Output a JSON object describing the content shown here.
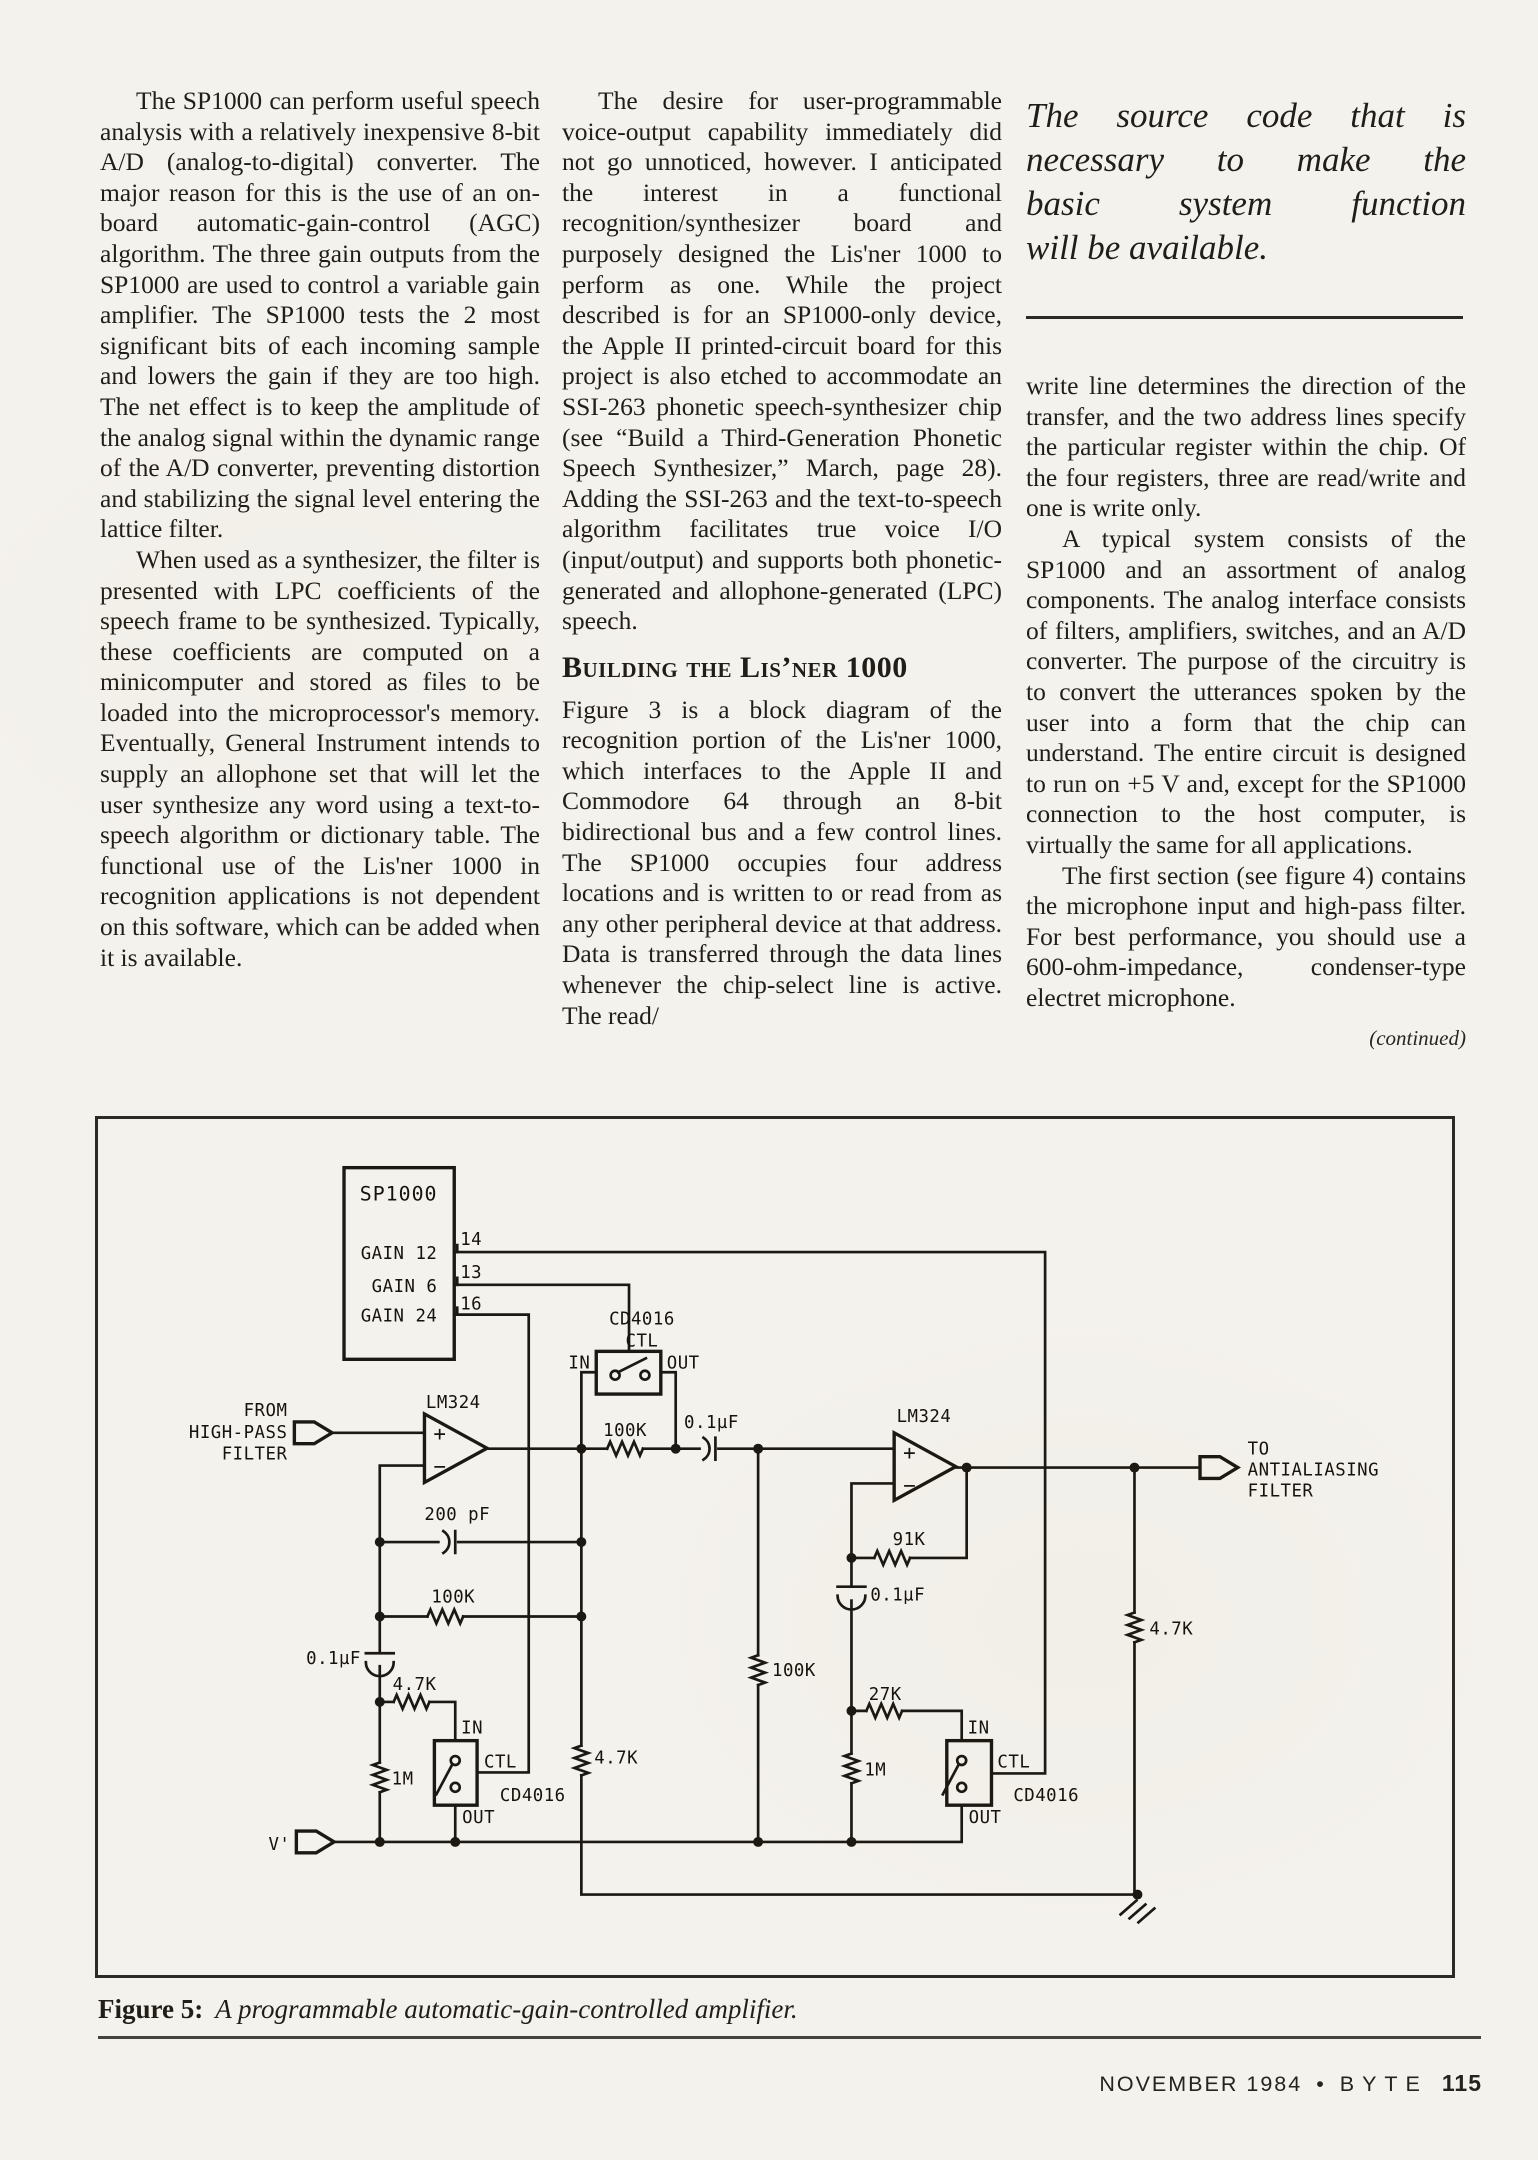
{
  "columns": {
    "col1": {
      "p0": "The SP1000 can perform useful speech analysis with a relatively inexpensive 8-bit A/D (analog-to-digital) converter. The major reason for this is the use of an on-board automatic-gain-control (AGC) algorithm. The three gain outputs from the SP1000 are used to control a variable gain amplifier. The SP1000 tests the 2 most significant bits of each incoming sample and lowers the gain if they are too high. The net effect is to keep the amplitude of the analog signal within the dynamic range of the A/D converter, preventing distortion and stabilizing the signal level entering the lattice filter.",
      "p1": "When used as a synthesizer, the filter is presented with LPC coefficients of the speech frame to be synthesized. Typically, these coefficients are computed on a minicomputer and stored as files to be loaded into the microprocessor's memory. Eventually, General Instrument intends to supply an allophone set that will let the user synthesize any word using a text-to-speech algorithm or dictionary table. The functional use of the Lis'ner 1000 in recognition applications is not dependent on this software, which can be added when it is available."
    },
    "col2": {
      "p0": "The desire for user-programmable voice-output capability immediately did not go unnoticed, however. I anticipated the interest in a functional recognition/synthesizer board and purposely designed the Lis'ner 1000 to perform as one. While the project described is for an SP1000-only device, the Apple II printed-circuit board for this project is also etched to accommodate an SSI-263 phonetic speech-synthesizer chip (see “Build a Third-Generation Phonetic Speech Synthesizer,” March, page 28). Adding the SSI-263 and the text-to-speech algorithm facilitates true voice I/O (input/output) and supports both phonetic-generated and allophone-generated (LPC) speech.",
      "heading": "Building the Lis’ner 1000",
      "p1": "Figure 3 is a block diagram of the recognition portion of the Lis'ner 1000, which interfaces to the Apple II and Commodore 64 through an 8-bit bidirectional bus and a few control lines. The SP1000 occupies four address locations and is written to or read from as any other peripheral device at that address. Data is transferred through the data lines whenever the chip-select line is active. The read/"
    },
    "col3": {
      "pullquote": [
        "The source code that is",
        "necessary to make the",
        "basic system function",
        "will be available."
      ],
      "p0": "write line determines the direction of the transfer, and the two address lines specify the particular register within the chip. Of the four registers, three are read/write and one is write only.",
      "p1": "A typical system consists of the SP1000 and an assortment of analog components. The analog interface consists of filters, amplifiers, switches, and an A/D converter. The purpose of the circuitry is to convert the utterances spoken by the user into a form that the chip can understand. The entire circuit is designed to run on +5 V and, except for the SP1000 connection to the host computer, is virtually the same for all applications.",
      "p2": "The first section (see figure 4) contains the microphone input and high-pass filter. For best performance, you should use a 600-ohm-impedance, condenser-type electret microphone.",
      "continued": "(continued)"
    }
  },
  "caption": {
    "label": "Figure 5:",
    "text": "A programmable automatic-gain-controlled amplifier."
  },
  "footer": {
    "issue": "NOVEMBER 1984",
    "bullet": "•",
    "brand": "BYTE",
    "page": "115"
  },
  "diagram": {
    "chip": {
      "title": "SP1000",
      "gain_labels": [
        "GAIN 12",
        "GAIN 6",
        "GAIN 24"
      ],
      "pin_numbers": [
        "14",
        "13",
        "16"
      ]
    },
    "opamp1": "LM324",
    "opamp2": "LM324",
    "plus": "+",
    "minus": "−",
    "input_label": [
      "FROM",
      "HIGH-PASS",
      "FILTER"
    ],
    "output_label": [
      "TO",
      "ANTIALIASING",
      "FILTER"
    ],
    "vprime": "V'",
    "switch_top": {
      "chip": "CD4016",
      "ctl": "CTL",
      "in": "IN",
      "out": "OUT"
    },
    "switch_left": {
      "chip": "CD4016",
      "ctl": "CTL",
      "in": "IN",
      "out": "OUT"
    },
    "switch_right": {
      "chip": "CD4016",
      "ctl": "CTL",
      "in": "IN",
      "out": "OUT"
    },
    "values": {
      "r_series": "100K",
      "c_series": "0.1µF",
      "c_fb1": "200 pF",
      "r_fb1": "100K",
      "c_ag1": "0.1µF",
      "r_ag1": "4.7K",
      "r_bias1": "1M",
      "r_out1": "4.7K",
      "r_bias2": "100K",
      "r_fb2": "91K",
      "c_ag2": "0.1µF",
      "r_ag2": "27K",
      "r_bias3": "1M",
      "r_load": "4.7K"
    }
  }
}
